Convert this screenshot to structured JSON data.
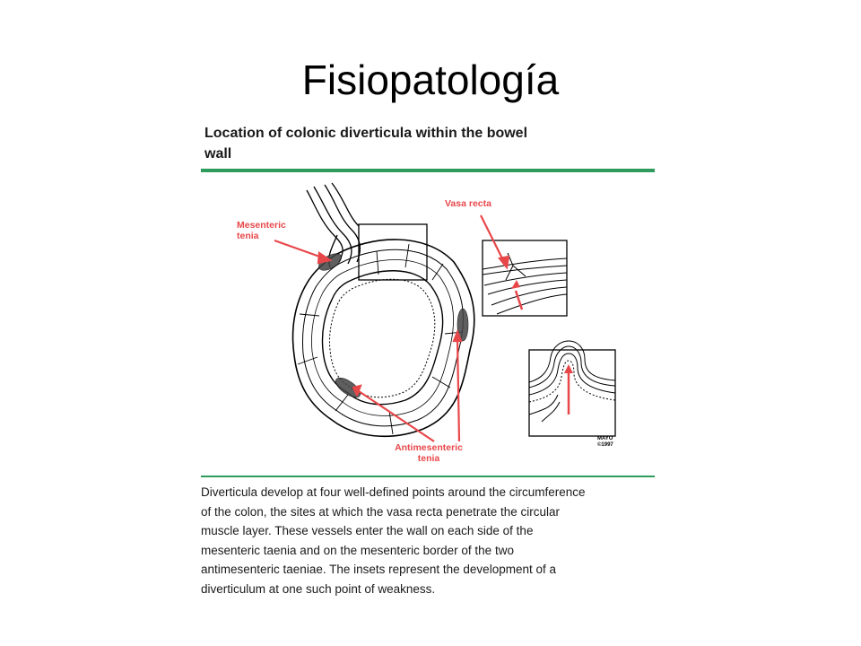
{
  "slide": {
    "title": "Fisiopatología"
  },
  "figure": {
    "heading_lines": [
      "Location of colonic diverticula within the bowel",
      "wall"
    ],
    "labels": {
      "mesenteric": [
        "Mesenteric",
        "tenia"
      ],
      "vasa_recta": "Vasa recta",
      "antimesenteric": [
        "Antimesenteric",
        "tenia"
      ],
      "mayo": [
        "MAYO",
        "©1997"
      ]
    },
    "caption_lines": [
      "Diverticula develop at four well-defined points around the circumference",
      "of the colon, the sites at which the vasa recta penetrate the circular",
      "muscle layer. These vessels enter the wall on each side of the",
      "mesenteric taenia and on the mesenteric border of the two",
      "antimesenteric taeniae. The insets represent the development of a",
      "diverticulum at one such point of weakness."
    ],
    "colors": {
      "accent_red": "#e8474a",
      "rule_green": "#2e9a5b"
    }
  }
}
